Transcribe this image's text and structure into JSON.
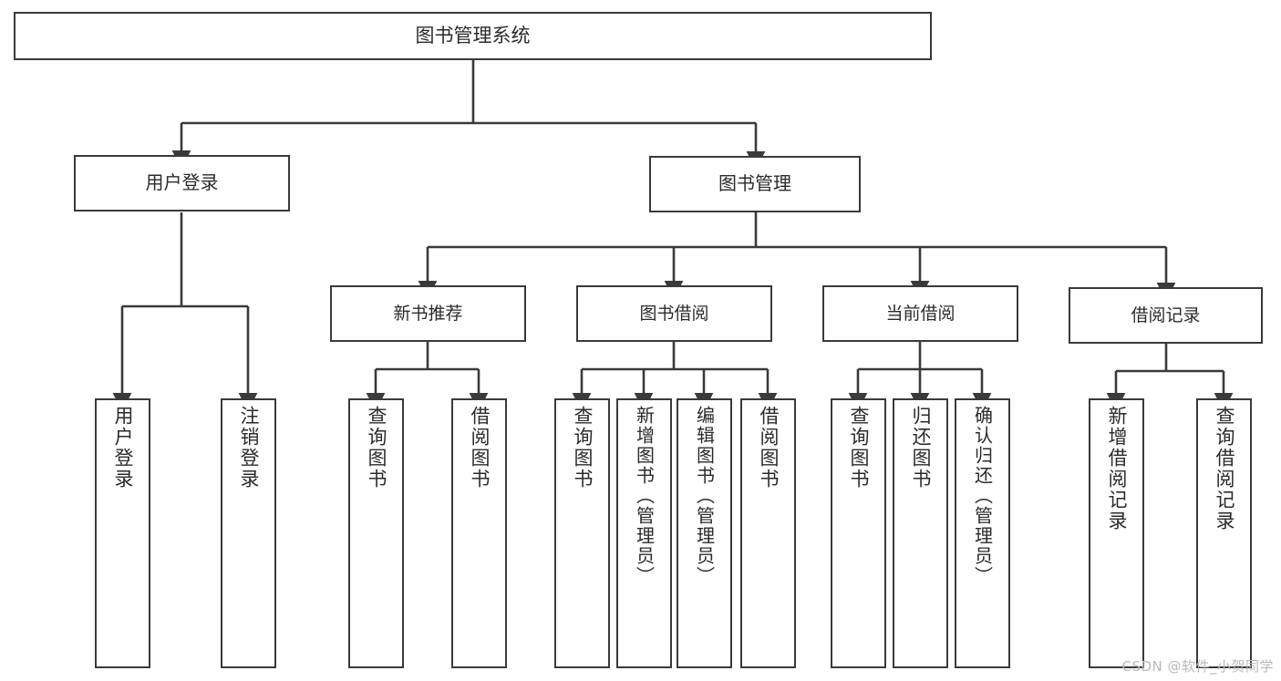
{
  "diagram": {
    "title": "图书管理系统",
    "watermark": "CSDN @软件_小贺同学",
    "line_color": "#3a3a3a",
    "text_color": "#2b2b2b",
    "background_color": "#ffffff",
    "root": {
      "label": "图书管理系统"
    },
    "level2": [
      {
        "label": "用户登录"
      },
      {
        "label": "图书管理"
      }
    ],
    "level3": [
      {
        "label": "新书推荐"
      },
      {
        "label": "图书借阅"
      },
      {
        "label": "当前借阅"
      },
      {
        "label": "借阅记录"
      }
    ],
    "leaves": [
      {
        "label": "用户登录",
        "parent": "用户登录"
      },
      {
        "label": "注销登录",
        "parent": "用户登录"
      },
      {
        "label": "查询图书",
        "parent": "新书推荐"
      },
      {
        "label": "借阅图书",
        "parent": "新书推荐"
      },
      {
        "label": "查询图书",
        "parent": "图书借阅"
      },
      {
        "label": "新增图书（管理员）",
        "parent": "图书借阅"
      },
      {
        "label": "编辑图书（管理员）",
        "parent": "图书借阅"
      },
      {
        "label": "借阅图书",
        "parent": "图书借阅"
      },
      {
        "label": "查询图书",
        "parent": "当前借阅"
      },
      {
        "label": "归还图书",
        "parent": "当前借阅"
      },
      {
        "label": "确认归还（管理员）",
        "parent": "当前借阅"
      },
      {
        "label": "新增借阅记录",
        "parent": "借阅记录"
      },
      {
        "label": "查询借阅记录",
        "parent": "借阅记录"
      }
    ]
  }
}
